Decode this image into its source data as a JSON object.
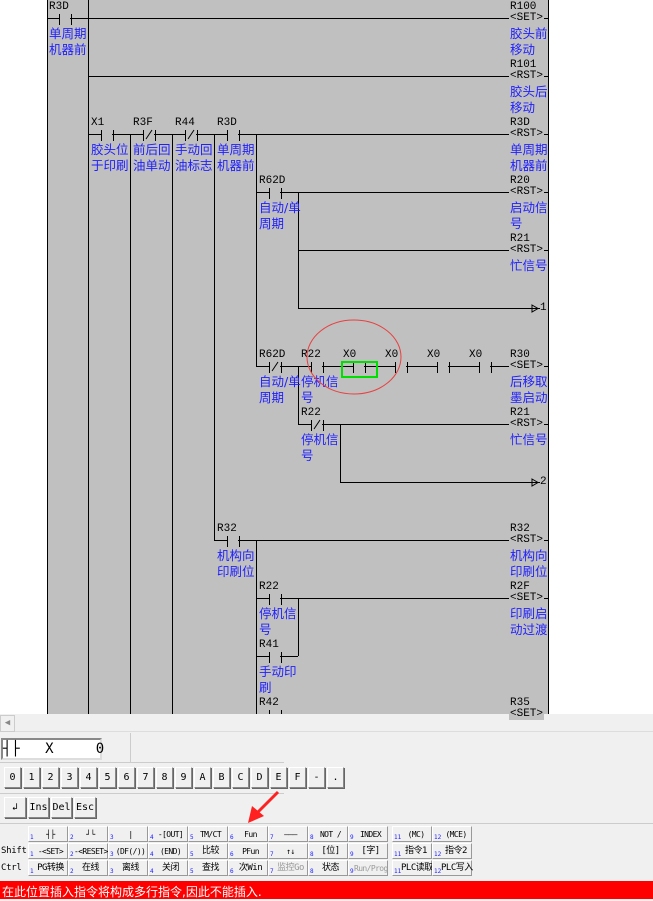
{
  "ladder": {
    "contacts": [
      {
        "device": "R3D",
        "type": "NO",
        "comment": "单周期机器前"
      },
      {
        "device": "X1",
        "type": "NO",
        "comment": "胶头位于印刷"
      },
      {
        "device": "R3F",
        "type": "NC",
        "comment": "前后回油单动"
      },
      {
        "device": "R44",
        "type": "NC",
        "comment": "手动回油标志"
      },
      {
        "device": "R3D",
        "type": "NO",
        "comment": "单周期机器前"
      },
      {
        "device": "R62D",
        "type": "NO",
        "comment": "自动/单周期"
      },
      {
        "device": "R62D",
        "type": "NC",
        "comment": "自动/单周期"
      },
      {
        "device": "R22",
        "type": "NO",
        "comment": "停机信号"
      },
      {
        "device": "X0",
        "type": "NO",
        "comment": "",
        "selected": true
      },
      {
        "device": "X0",
        "type": "NO",
        "comment": ""
      },
      {
        "device": "X0",
        "type": "NO",
        "comment": ""
      },
      {
        "device": "X0",
        "type": "NO",
        "comment": ""
      },
      {
        "device": "R22",
        "type": "NC",
        "comment": "停机信号"
      },
      {
        "device": "R32",
        "type": "NO",
        "comment": "机构向印刷位"
      },
      {
        "device": "R22",
        "type": "NO",
        "comment": "停机信号"
      },
      {
        "device": "R41",
        "type": "NO",
        "comment": "手动印刷"
      },
      {
        "device": "R42",
        "type": "NO",
        "comment": ""
      }
    ],
    "coils": [
      {
        "device": "R100",
        "instr": "<SET>",
        "comment": "胶头前移动"
      },
      {
        "device": "R101",
        "instr": "<RST>",
        "comment": "胶头后移动"
      },
      {
        "device": "R3D",
        "instr": "<RST>",
        "comment": "单周期机器前"
      },
      {
        "device": "R20",
        "instr": "<RST>",
        "comment": "启动信号"
      },
      {
        "device": "R21",
        "instr": "<RST>",
        "comment": "忙信号"
      },
      {
        "device": "R30",
        "instr": "<SET>",
        "comment": "后移取墨启动"
      },
      {
        "device": "R21",
        "instr": "<RST>",
        "comment": "忙信号"
      },
      {
        "device": "R32",
        "instr": "<RST>",
        "comment": "机构向印刷位"
      },
      {
        "device": "R2F",
        "instr": "<SET>",
        "comment": "印刷启动过渡"
      },
      {
        "device": "R35",
        "instr": "<SET>",
        "comment": ""
      }
    ],
    "connectors": [
      "1",
      "2"
    ]
  },
  "display": {
    "text": "┤├   X     0"
  },
  "keys": [
    "0",
    "1",
    "2",
    "3",
    "4",
    "5",
    "6",
    "7",
    "8",
    "9",
    "A",
    "B",
    "C",
    "D",
    "E",
    "F",
    "-",
    "."
  ],
  "edit_keys": [
    "↲",
    "Ins",
    "Del",
    "Esc"
  ],
  "fkeys": {
    "row_labels": [
      "",
      "Shift",
      "Ctrl"
    ],
    "numbers": [
      "1",
      "2",
      "3",
      "4",
      "5",
      "6",
      "7",
      "8",
      "9",
      "11",
      "12"
    ],
    "rows": [
      [
        "┤├",
        "┘└",
        "|",
        "-[OUT]",
        "TM/CT",
        "Fun",
        "———",
        "NOT /",
        "INDEX",
        "(MC)",
        "(MCE)"
      ],
      [
        "-<SET>",
        "-<RESET>",
        "(DF(/))",
        "(END)",
        "比较",
        "PFun",
        "↑↓",
        "[位]",
        "[字]",
        "指令1",
        "指令2"
      ],
      [
        "PG转换",
        "在线",
        "离线",
        "关闭",
        "查找",
        "次Win",
        "监控Go",
        "状态",
        "Run/Prog",
        "PLC读取",
        "PLC写入"
      ]
    ],
    "disabled": [
      "监控Go",
      "Run/Prog"
    ]
  },
  "status": {
    "message": "在此位置插入指令将构成多行指令,因此不能插入.",
    "color": "#ff0000"
  },
  "colors": {
    "ladder_bg": "#c0c0c0",
    "comment": "#2020ff",
    "selection": "#00e000"
  }
}
